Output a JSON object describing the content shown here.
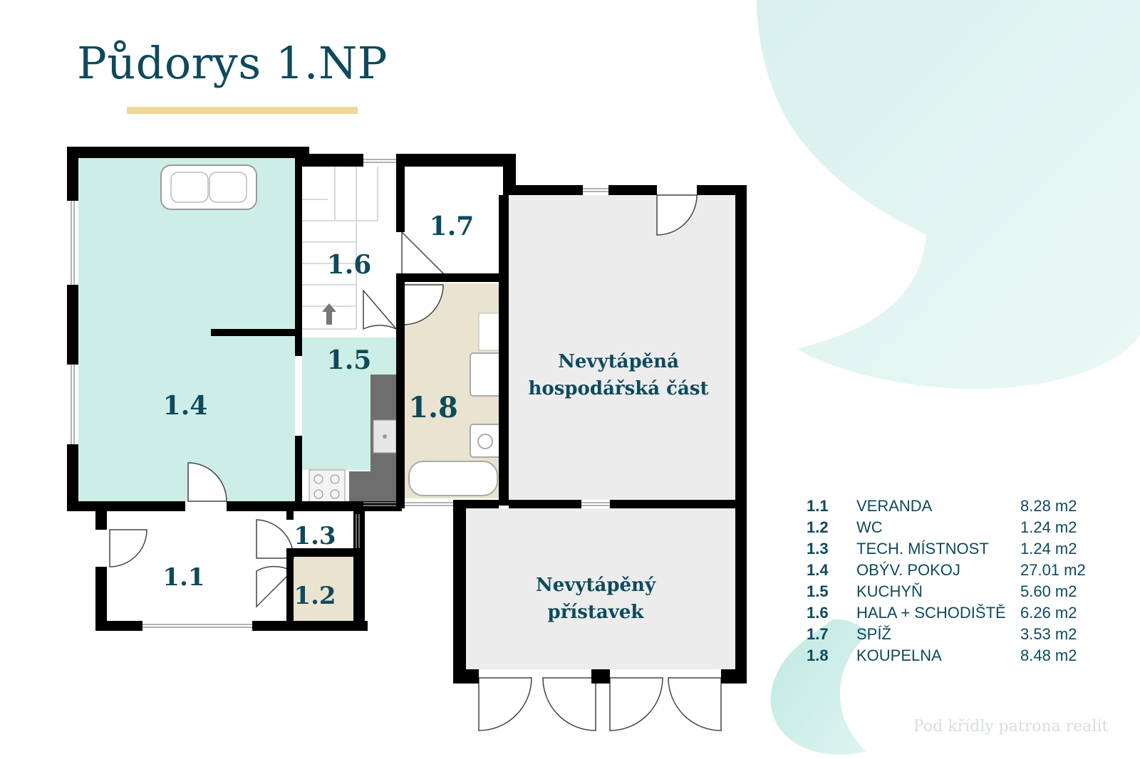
{
  "title": "Půdorys 1.NP",
  "rooms": {
    "r11": "1.1",
    "r12": "1.2",
    "r13": "1.3",
    "r14": "1.4",
    "r15": "1.5",
    "r16": "1.6",
    "r17": "1.7",
    "r18": "1.8"
  },
  "unheated_farm": {
    "line1": "Nevytápěná",
    "line2": "hospodářská část"
  },
  "unheated_annex": {
    "line1": "Nevytápěný",
    "line2": "přístavek"
  },
  "legend": [
    {
      "num": "1.1",
      "name": "VERANDA",
      "area": "8.28 m2"
    },
    {
      "num": "1.2",
      "name": "WC",
      "area": "1.24 m2"
    },
    {
      "num": "1.3",
      "name": "TECH. MÍSTNOST",
      "area": "1.24 m2"
    },
    {
      "num": "1.4",
      "name": "OBÝV. POKOJ",
      "area": "27.01 m2"
    },
    {
      "num": "1.5",
      "name": "KUCHYŇ",
      "area": "5.60 m2"
    },
    {
      "num": "1.6",
      "name": "HALA + SCHODIŠTĚ",
      "area": "6.26 m2"
    },
    {
      "num": "1.7",
      "name": "SPÍŽ",
      "area": "3.53 m2"
    },
    {
      "num": "1.8",
      "name": "KOUPELNA",
      "area": "8.48 m2"
    }
  ],
  "brand": "Pod křídly patrona realit",
  "colors": {
    "title": "#0e4a5c",
    "accent_underline": "#f0d699",
    "living_kitchen_fill": "#cdeee6",
    "bathroom_fill": "#e9e3cf",
    "unheated_fill": "#ececec",
    "wall": "#000000"
  }
}
